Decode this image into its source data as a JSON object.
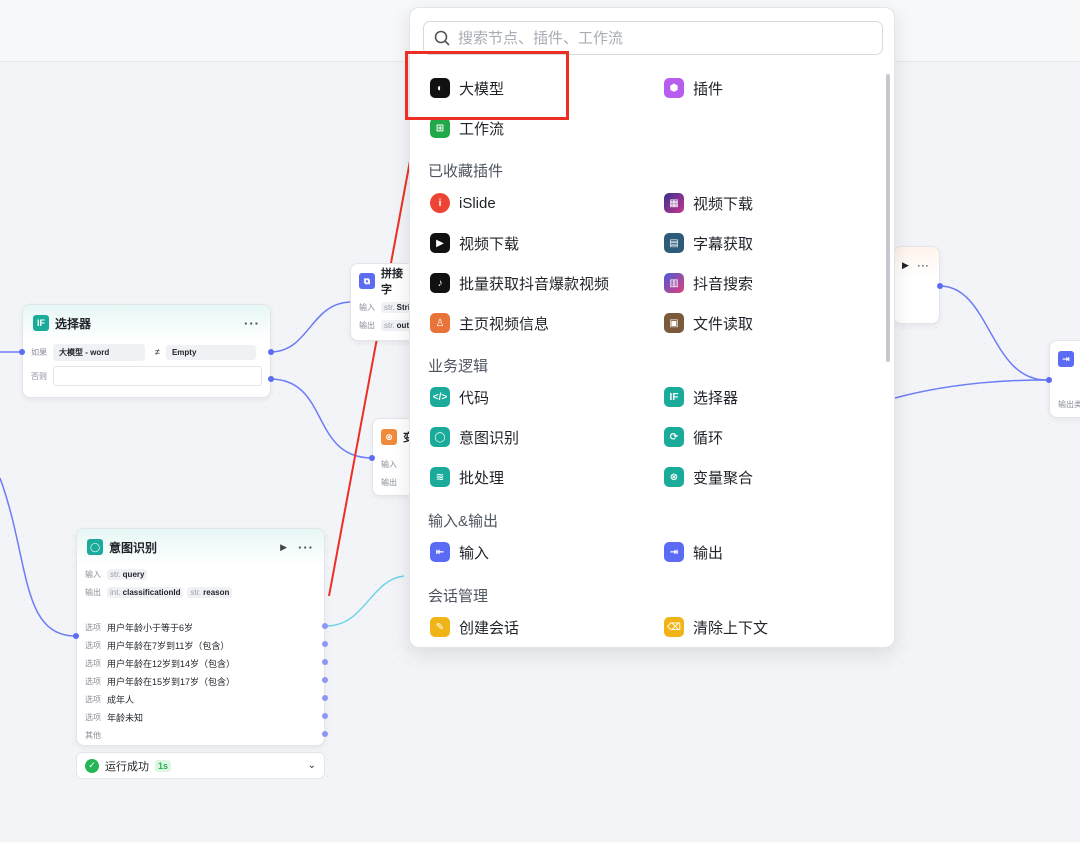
{
  "popup": {
    "search_placeholder": "搜索节点、插件、工作流",
    "top_items": [
      {
        "label": "大模型",
        "icon": "llm-icon",
        "color": "#111111"
      },
      {
        "label": "插件",
        "icon": "plugin-cube-icon",
        "color": "#b85cf0"
      },
      {
        "label": "工作流",
        "icon": "workflow-icon",
        "color": "#22a94a"
      }
    ],
    "sections": [
      {
        "title": "已收藏插件",
        "items": [
          {
            "label": "iSlide",
            "icon": "islide-icon",
            "color": "#ee4435"
          },
          {
            "label": "视频下载",
            "icon": "video-download-icon",
            "color": "#7b3fb8"
          },
          {
            "label": "视频下载",
            "icon": "video-play-icon",
            "color": "#111111"
          },
          {
            "label": "字幕获取",
            "icon": "subtitle-icon",
            "color": "#2c5c7a"
          },
          {
            "label": "批量获取抖音爆款视频",
            "icon": "tiktok-icon",
            "color": "#111111"
          },
          {
            "label": "抖音搜索",
            "icon": "douyin-search-icon",
            "color": "#c83c7a"
          },
          {
            "label": "主页视频信息",
            "icon": "profile-video-icon",
            "color": "#e8743a"
          },
          {
            "label": "文件读取",
            "icon": "file-read-icon",
            "color": "#7a5a3a"
          }
        ]
      },
      {
        "title": "业务逻辑",
        "items": [
          {
            "label": "代码",
            "icon": "code-icon",
            "color": "#1aab9b"
          },
          {
            "label": "选择器",
            "icon": "selector-icon",
            "color": "#1aab9b"
          },
          {
            "label": "意图识别",
            "icon": "intent-icon",
            "color": "#1aab9b"
          },
          {
            "label": "循环",
            "icon": "loop-icon",
            "color": "#1aab9b"
          },
          {
            "label": "批处理",
            "icon": "batch-icon",
            "color": "#1aab9b"
          },
          {
            "label": "变量聚合",
            "icon": "variable-merge-icon",
            "color": "#1aab9b"
          }
        ]
      },
      {
        "title": "输入&输出",
        "items": [
          {
            "label": "输入",
            "icon": "input-icon",
            "color": "#5b6bf3"
          },
          {
            "label": "输出",
            "icon": "output-icon",
            "color": "#5b6bf3"
          }
        ]
      },
      {
        "title": "会话管理",
        "items": [
          {
            "label": "创建会话",
            "icon": "create-session-icon",
            "color": "#f0b416"
          },
          {
            "label": "清除上下文",
            "icon": "clear-context-icon",
            "color": "#f0b416"
          }
        ]
      }
    ]
  },
  "selector_node": {
    "title": "选择器",
    "if_label": "如果",
    "else_label": "否则",
    "cond_left": "大模型  -  word",
    "operator": "≠",
    "cond_right": "Empty"
  },
  "join_node": {
    "title": "拼接字",
    "input_label": "输入",
    "output_label": "输出",
    "input_type": "str.",
    "input_value": "Stri",
    "output_type": "str.",
    "output_value": "out"
  },
  "var_node": {
    "title": "变",
    "input_label": "输入",
    "output_label": "输出"
  },
  "intent_node": {
    "title": "意图识别",
    "input_label": "输入",
    "output_label": "输出",
    "input_type": "str.",
    "input_var": "query",
    "output_vars": [
      {
        "type": "int.",
        "name": "classificationId"
      },
      {
        "type": "str.",
        "name": "reason"
      }
    ],
    "option_label": "选项",
    "options": [
      "用户年龄小于等于6岁",
      "用户年龄在7岁到11岁（包含）",
      "用户年龄在12岁到14岁（包含）",
      "用户年龄在15岁到17岁（包含）",
      "成年人",
      "年龄未知"
    ],
    "other_label": "其他"
  },
  "run_status": {
    "text": "运行成功",
    "duration": "1s"
  },
  "right_node": {
    "output_label": "输出类"
  },
  "colors": {
    "accent": "#5b6bf3",
    "highlight": "#ee2e24",
    "teal": "#1aab9b"
  }
}
